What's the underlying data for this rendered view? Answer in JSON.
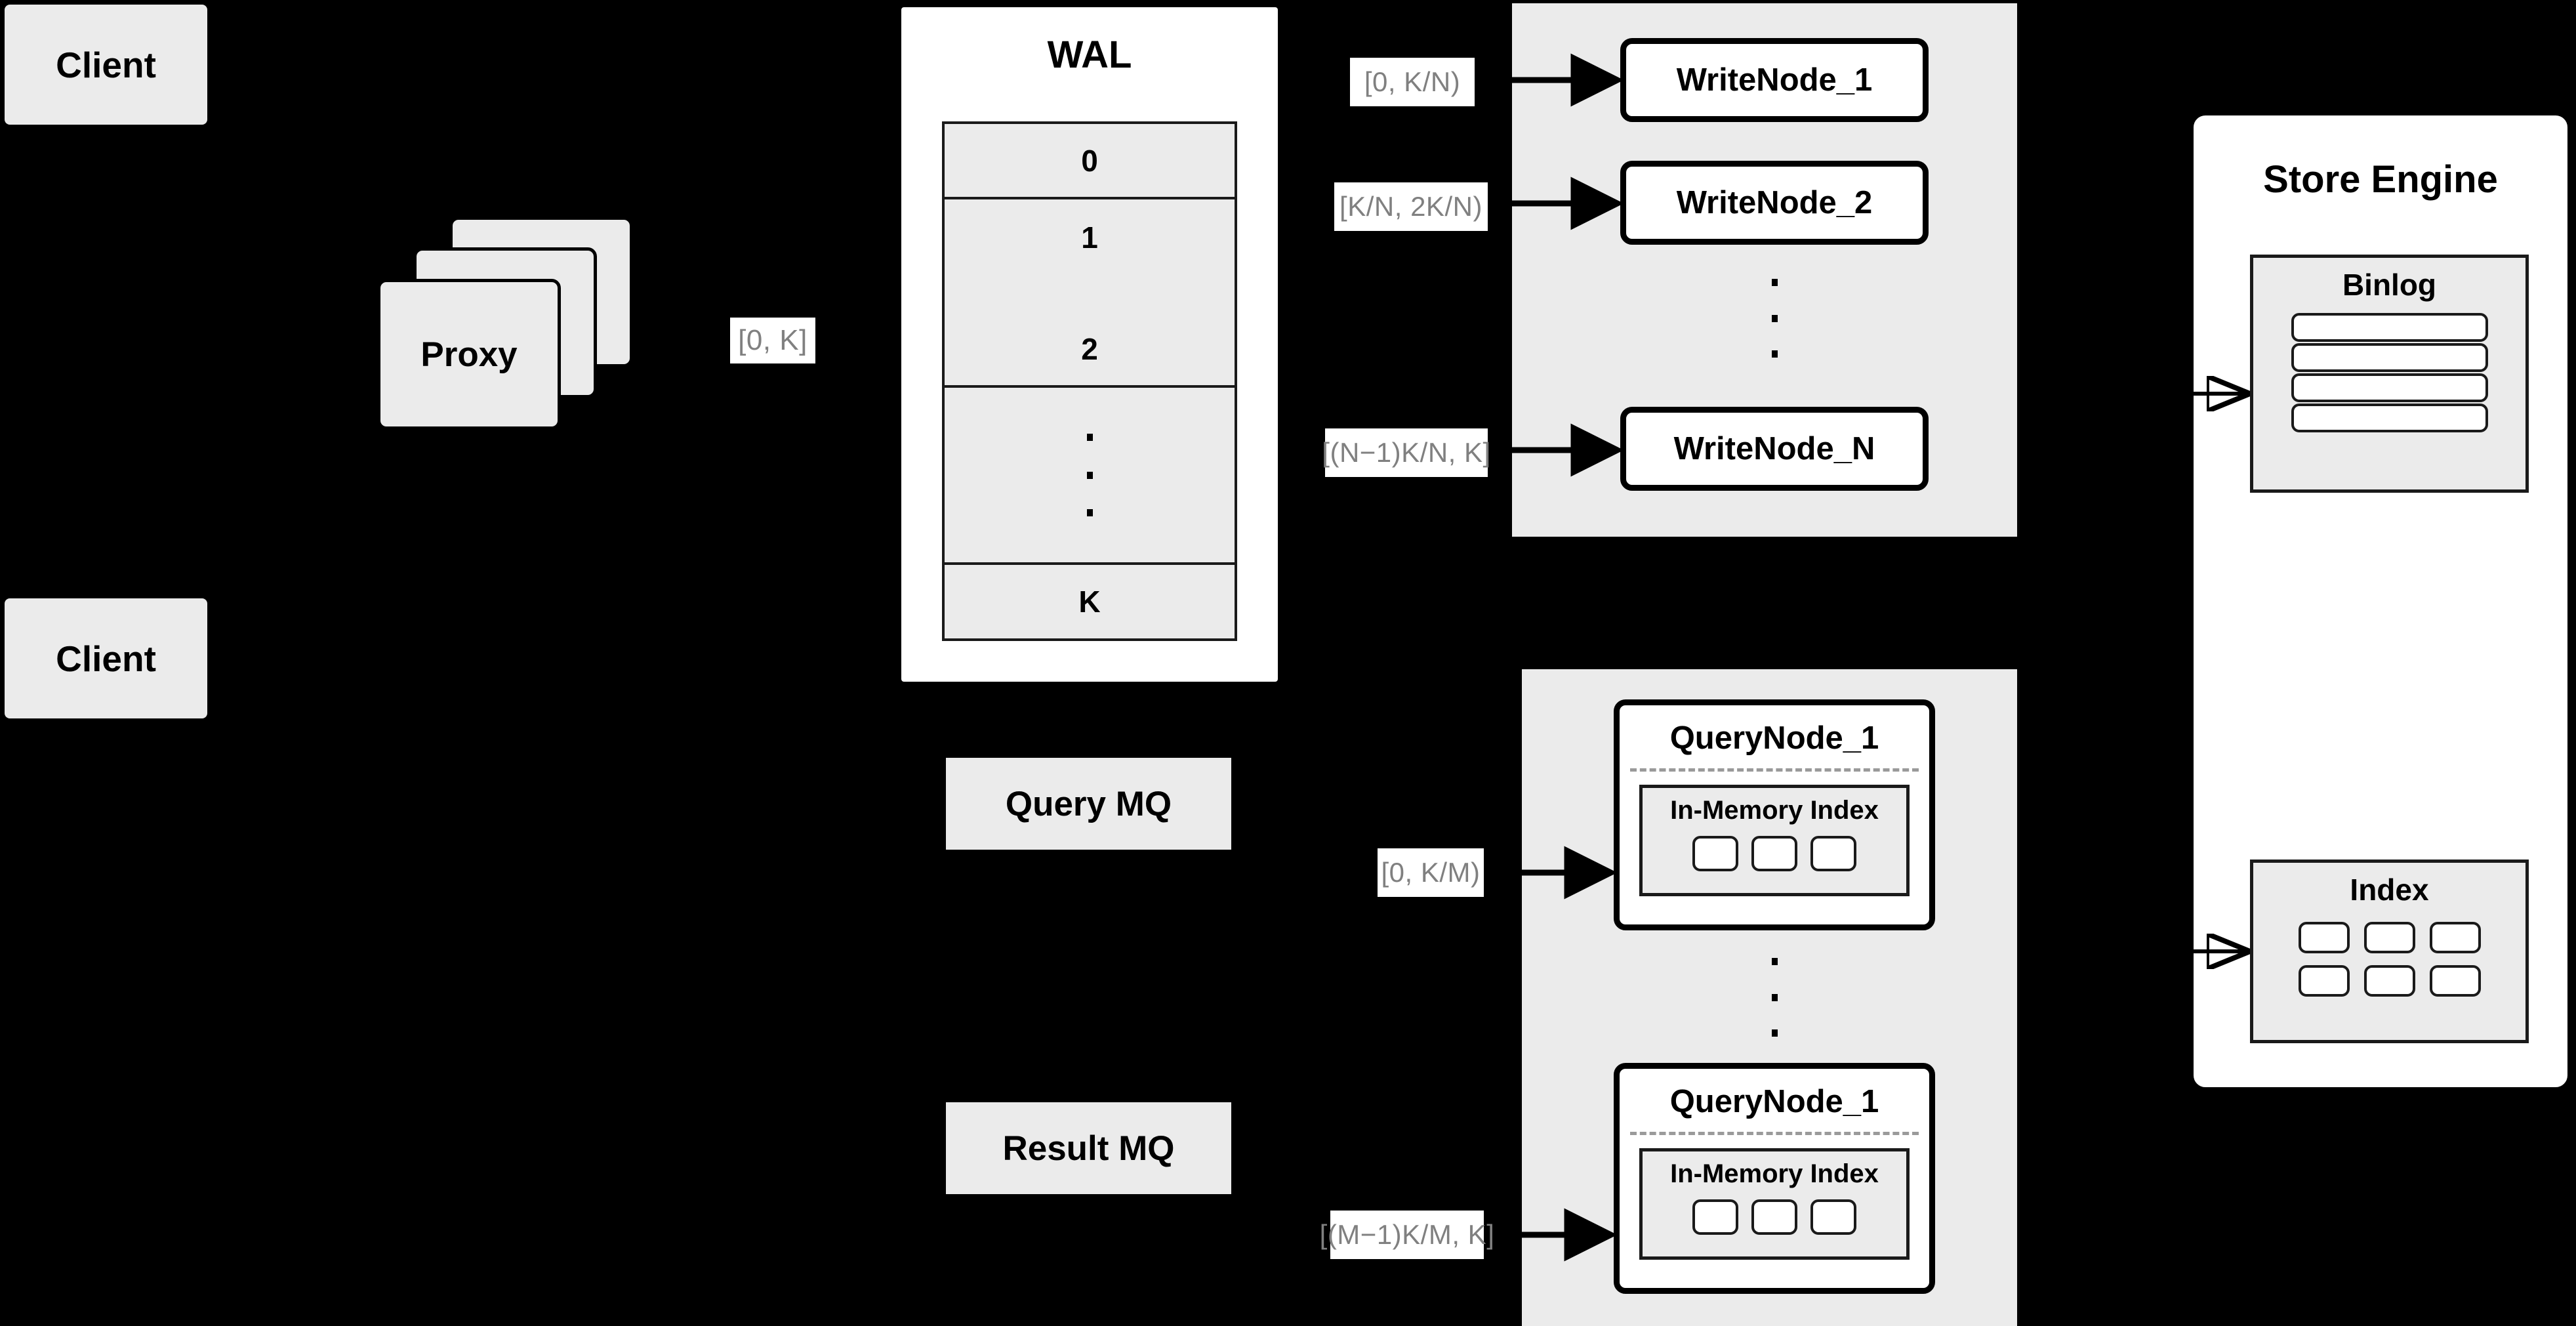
{
  "diagram": {
    "title": "Distributed Write/Query Architecture",
    "background_color": "#000000",
    "panel_fill": "#ffffff",
    "card_fill": "#ebebeb",
    "stroke_color": "#000000",
    "label_text_color": "#808080"
  },
  "clients": [
    {
      "label": "Client"
    },
    {
      "label": "Client"
    }
  ],
  "proxy": {
    "label": "Proxy",
    "stack_count": 3,
    "output_range_label": "[0, K]"
  },
  "wal": {
    "title": "WAL",
    "rows": [
      {
        "label": "0",
        "type": "entry"
      },
      {
        "label": "1",
        "type": "entry"
      },
      {
        "label": "2",
        "type": "entry"
      },
      {
        "label": "",
        "type": "ellipsis"
      },
      {
        "label": "K",
        "type": "entry"
      }
    ]
  },
  "write_group": {
    "nodes": [
      {
        "label": "WriteNode_1",
        "range_label": "[0,  K/N)"
      },
      {
        "label": "WriteNode_2",
        "range_label": "[K/N, 2K/N)"
      },
      {
        "label": "WriteNode_N",
        "range_label": "[(N−1)K/N,  K]"
      }
    ],
    "ellipsis_between": true
  },
  "query_mq": {
    "label": "Query MQ"
  },
  "result_mq": {
    "label": "Result MQ"
  },
  "query_group": {
    "nodes": [
      {
        "label": "QueryNode_1",
        "range_label": "[0, K/M)",
        "inmem": {
          "title": "In-Memory Index",
          "slot_count": 3
        }
      },
      {
        "label": "QueryNode_1",
        "range_label": "[(M−1)K/M, K]",
        "inmem": {
          "title": "In-Memory Index",
          "slot_count": 3
        }
      }
    ],
    "ellipsis_between": true
  },
  "store_engine": {
    "title": "Store Engine",
    "binlog": {
      "title": "Binlog",
      "slot_count": 4
    },
    "index": {
      "title": "Index",
      "slot_rows": 2,
      "slot_cols": 3
    }
  }
}
